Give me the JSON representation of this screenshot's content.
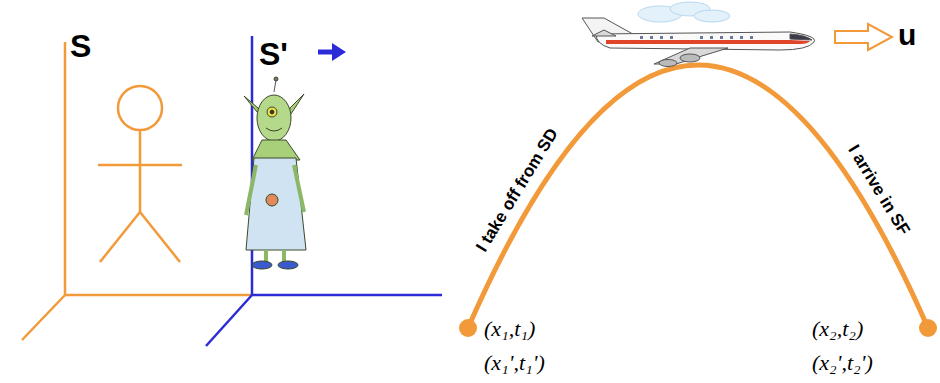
{
  "diagram": {
    "labels": [
      "S",
      "S'",
      "u",
      "I take off from SD",
      "I arrive in SF",
      "(x₁,t₁)",
      "(x₁',t₁')",
      "(x₂,t₂)",
      "(x₂',t₂')"
    ]
  }
}
